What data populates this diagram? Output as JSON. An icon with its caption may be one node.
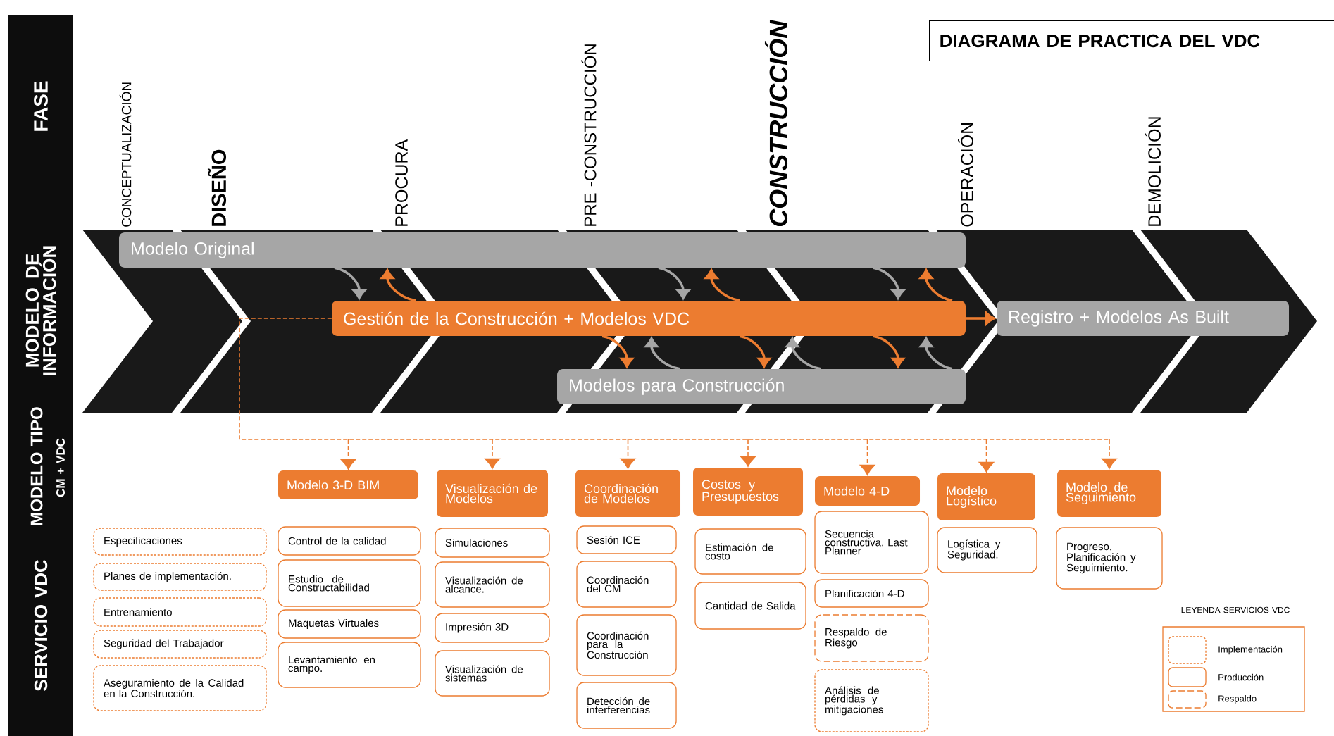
{
  "diagram": {
    "title": "DIAGRAMA DE PRACTICA DEL VDC",
    "nodes": [
      {
        "text": [
          "Modelo Original"
        ]
      },
      {
        "text": [
          "Gestión de la Construcción + Modelos VDC"
        ]
      },
      {
        "text": [
          "Registro + Modelos As Built"
        ]
      },
      {
        "text": [
          "Modelos para Construcción"
        ]
      },
      {
        "text": [
          "Modelo 3-D BIM"
        ]
      },
      {
        "text": [
          "Visualización de Modelos"
        ]
      },
      {
        "text": [
          "Coordinación de Modelos"
        ]
      },
      {
        "text": [
          "Costos y Presupuestos"
        ]
      },
      {
        "text": [
          "Modelo 4-D"
        ]
      },
      {
        "text": [
          "Modelo Logístico"
        ]
      },
      {
        "text": [
          "Modelo de Seguimiento"
        ]
      },
      {
        "text": [
          "Especificaciones"
        ]
      },
      {
        "text": [
          "Planes de implementación."
        ]
      },
      {
        "text": [
          "Entrenamiento"
        ]
      },
      {
        "text": [
          "Seguridad del Trabajador"
        ]
      },
      {
        "text": [
          "Aseguramiento de la Calidad en la Construcción."
        ]
      },
      {
        "text": [
          "Control de la calidad"
        ]
      },
      {
        "text": [
          "Estudio de Constructabilidad"
        ]
      },
      {
        "text": [
          "Maquetas Virtuales"
        ]
      },
      {
        "text": [
          "Levantamiento en campo."
        ]
      },
      {
        "text": [
          "Simulaciones"
        ]
      },
      {
        "text": [
          "Visualización de alcance."
        ]
      },
      {
        "text": [
          "Impresión 3D"
        ]
      },
      {
        "text": [
          "Visualización de sistemas"
        ]
      },
      {
        "text": [
          "Sesión ICE"
        ]
      },
      {
        "text": [
          "Coordinación del CM"
        ]
      },
      {
        "text": [
          "Coordinación para la Construcción"
        ]
      },
      {
        "text": [
          "Detección de interferencias"
        ]
      },
      {
        "text": [
          "Estimación de costo"
        ]
      },
      {
        "text": [
          "Cantidad de Salida"
        ]
      },
      {
        "text": [
          "Secuencia constructiva. Last Planner"
        ]
      },
      {
        "text": [
          "Planificación 4-D"
        ]
      },
      {
        "text": [
          "Respaldo de Riesgo"
        ]
      },
      {
        "text": [
          "Análisis de pérdidas y mitigaciones"
        ]
      },
      {
        "text": [
          "Logística y Seguridad."
        ]
      },
      {
        "text": [
          "Progreso, Planificación y Seguimiento."
        ]
      }
    ],
    "edges": [
      {
        "from": 0,
        "to": 1,
        "arrow": "to",
        "color": "#a6a6a6"
      },
      {
        "from": 1,
        "to": 0,
        "arrow": "to"
      },
      {
        "from": 0,
        "to": 1,
        "arrow": "to",
        "color": "#a6a6a6"
      },
      {
        "from": 1,
        "to": 0,
        "arrow": "to"
      },
      {
        "from": 0,
        "to": 1,
        "arrow": "to",
        "color": "#a6a6a6"
      },
      {
        "from": 1,
        "to": 0,
        "arrow": "to"
      },
      {
        "from": 1,
        "to": 3,
        "arrow": "to"
      },
      {
        "from": 3,
        "to": 1,
        "arrow": "to",
        "color": "#a6a6a6"
      },
      {
        "from": 1,
        "to": 3,
        "arrow": "to"
      },
      {
        "from": 3,
        "to": 1,
        "arrow": "to",
        "color": "#a6a6a6"
      },
      {
        "from": 1,
        "to": 3,
        "arrow": "to"
      },
      {
        "from": 3,
        "to": 1,
        "arrow": "to",
        "color": "#a6a6a6"
      },
      {
        "from": 1,
        "to": 2,
        "arrow": "to"
      },
      {
        "from": 1,
        "to": 4,
        "arrow": "to",
        "style": "dashed"
      },
      {
        "from": 1,
        "to": 5,
        "arrow": "to",
        "style": "dashed"
      },
      {
        "from": 1,
        "to": 6,
        "arrow": "to",
        "style": "dashed"
      },
      {
        "from": 1,
        "to": 7,
        "arrow": "to",
        "style": "dashed"
      },
      {
        "from": 1,
        "to": 8,
        "arrow": "to",
        "style": "dashed"
      },
      {
        "from": 1,
        "to": 9,
        "arrow": "to",
        "style": "dashed"
      },
      {
        "from": 1,
        "to": 10,
        "arrow": "to",
        "style": "dashed"
      }
    ],
    "labels": [
      "FASE",
      "CONCEPTUALIZACIÓN",
      "DISEÑO",
      "PROCURA",
      "PRE -CONSTRUCCIÓN",
      "CONSTRUCCIÓN",
      "OPERACIÓN",
      "DEMOLICIÓN",
      "MODELO DE INFORMACIÓN",
      "MODELO TIPO",
      "CM + VDC",
      "SERVICIO VDC",
      "LEYENDA SERVICIOS VDC"
    ],
    "legend": [
      {
        "text": "Implementación"
      },
      {
        "text": "Producción"
      },
      {
        "text": "Respaldo"
      }
    ]
  }
}
